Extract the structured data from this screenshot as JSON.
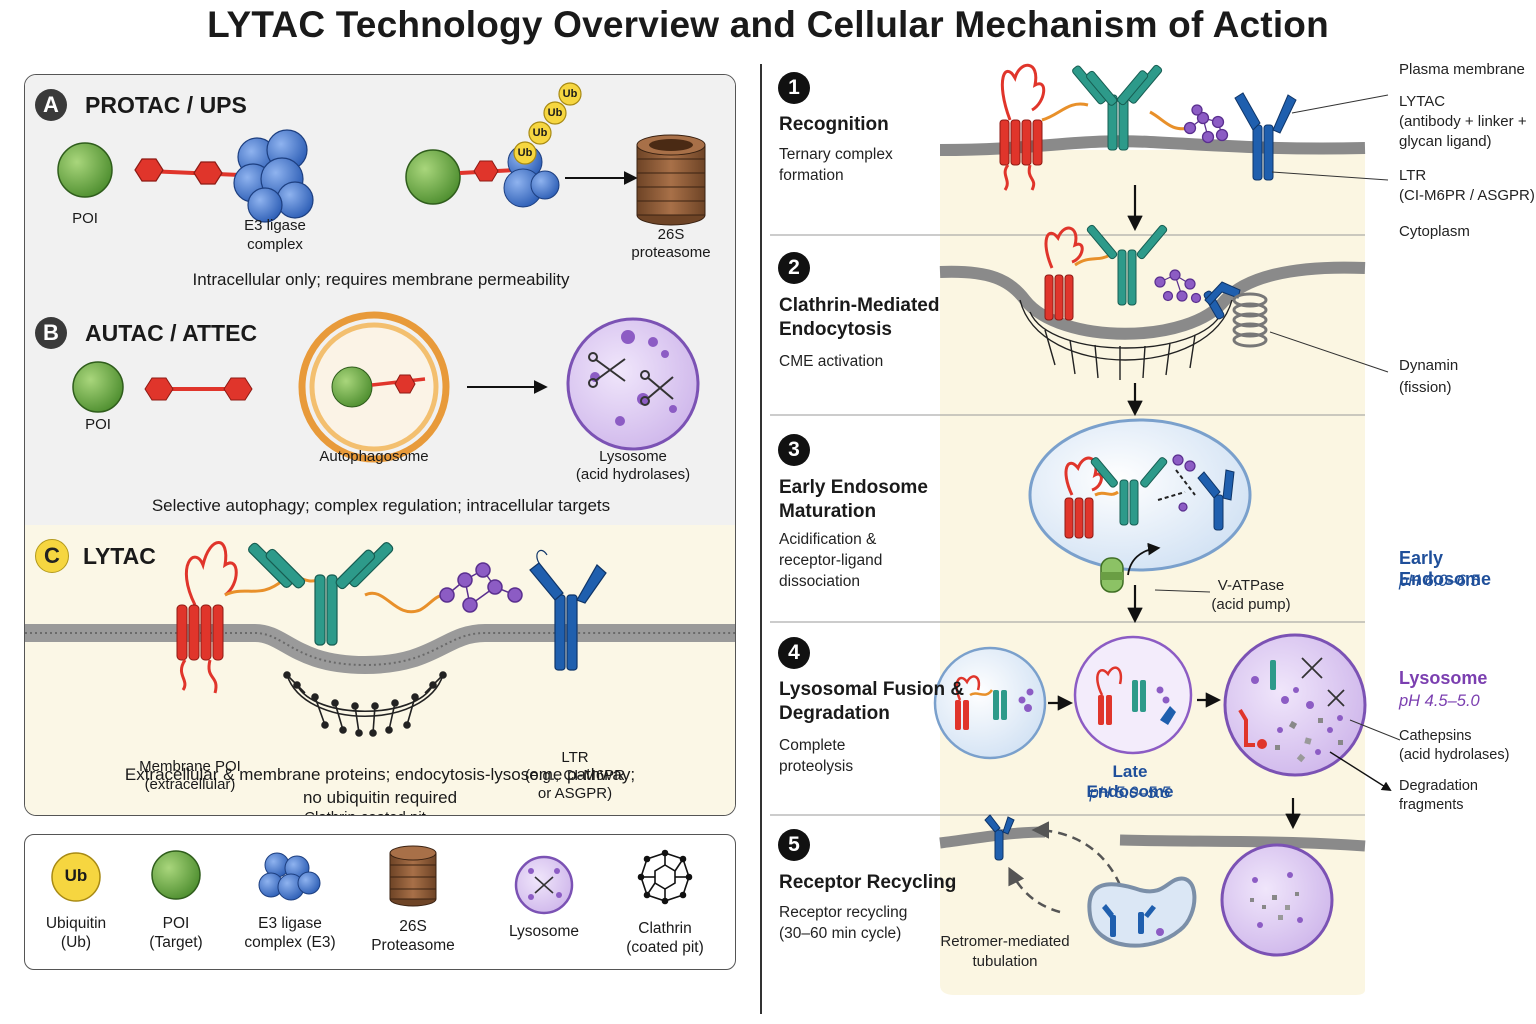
{
  "title": "LYTAC Technology Overview and Cellular Mechanism of Action",
  "colors": {
    "poi_green": "#6fae4a",
    "linker_red": "#e0352b",
    "e3_blue": "#4f7fd1",
    "ub_yellow": "#f6d640",
    "proteasome_brown": "#8a5a35",
    "lysosome_purple": "#8c5cc4",
    "antibody_teal": "#2d9a8a",
    "ltr_blue": "#1f5fae",
    "membrane_gray": "#8d8d8d",
    "early_endosome_blue": "#1f4f9a",
    "lysosome_label_purple": "#7b3fb0",
    "cytoplasm_cream": "#fbf6e2"
  },
  "panels": {
    "a": {
      "badge": "A",
      "title": "PROTAC / UPS",
      "poi": "POI",
      "e3": [
        "E3 ligase",
        "complex"
      ],
      "ub": "Ub",
      "proteasome": [
        "26S",
        "proteasome"
      ],
      "caption": "Intracellular only; requires membrane permeability"
    },
    "b": {
      "badge": "B",
      "title": "AUTAC / ATTEC",
      "poi": "POI",
      "autophagosome": "Autophagosome",
      "lysosome": [
        "Lysosome",
        "(acid hydrolases)"
      ],
      "caption": "Selective autophagy;  complex regulation; intracellular targets"
    },
    "c": {
      "badge": "C",
      "title": "LYTAC",
      "membrane_poi": [
        "Membrane POI",
        "(extracellular)"
      ],
      "pit": "Clathrin-coated pit",
      "ltr": [
        "LTR",
        "(e.g., CI-M6PR",
        "or ASGPR)"
      ],
      "caption": [
        "Extracellular & membrane proteins; endocytosis-lysosome pathway;",
        "no ubiquitin required"
      ]
    }
  },
  "legend": [
    {
      "icon": "ub",
      "lines": [
        "Ubiquitin",
        "(Ub)"
      ],
      "glyph": "Ub"
    },
    {
      "icon": "poi",
      "lines": [
        "POI",
        "(Target)"
      ]
    },
    {
      "icon": "e3",
      "lines": [
        "E3 ligase",
        "complex (E3)"
      ]
    },
    {
      "icon": "proteasome",
      "lines": [
        "26S",
        "Proteasome"
      ]
    },
    {
      "icon": "lysosome",
      "lines": [
        "Lysosome"
      ]
    },
    {
      "icon": "clathrin",
      "lines": [
        "Clathrin",
        "(coated pit)"
      ]
    }
  ],
  "steps": [
    {
      "num": "1",
      "title": [
        "Recognition"
      ],
      "desc": [
        "Ternary complex",
        "formation"
      ]
    },
    {
      "num": "2",
      "title": [
        "Clathrin-Mediated",
        "Endocytosis"
      ],
      "desc": [
        "CME activation"
      ]
    },
    {
      "num": "3",
      "title": [
        "Early Endosome",
        "Maturation"
      ],
      "desc": [
        "Acidification &",
        "receptor-ligand",
        "dissociation"
      ]
    },
    {
      "num": "4",
      "title": [
        "Lysosomal Fusion &",
        "Degradation"
      ],
      "desc": [
        "Complete",
        "proteolysis"
      ]
    },
    {
      "num": "5",
      "title": [
        "Receptor Recycling"
      ],
      "desc": [
        "Receptor recycling",
        "(30–60 min cycle)"
      ]
    }
  ],
  "right_labels": {
    "plasma_membrane": "Plasma membrane",
    "lytac": [
      "LYTAC",
      "(antibody + linker +",
      "glycan ligand)"
    ],
    "ltr": [
      "LTR",
      "(CI-M6PR / ASGPR)"
    ],
    "cytoplasm": "Cytoplasm",
    "dynamin": [
      "Dynamin",
      "(fission)"
    ],
    "vatpase": [
      "V-ATPase",
      "(acid pump)"
    ],
    "early_endosome": {
      "title": "Early Endosome",
      "ph": "pH 6.0–6.5"
    },
    "late_endosome": {
      "title": "Late Endosome",
      "ph": "pH 5.0–5.5"
    },
    "lysosome": {
      "title": "Lysosome",
      "ph": "pH 4.5–5.0"
    },
    "cathepsins": [
      "Cathepsins",
      "(acid hydrolases)"
    ],
    "fragments": [
      "Degradation",
      "fragments"
    ],
    "retromer": [
      "Retromer-mediated",
      "tubulation"
    ]
  }
}
